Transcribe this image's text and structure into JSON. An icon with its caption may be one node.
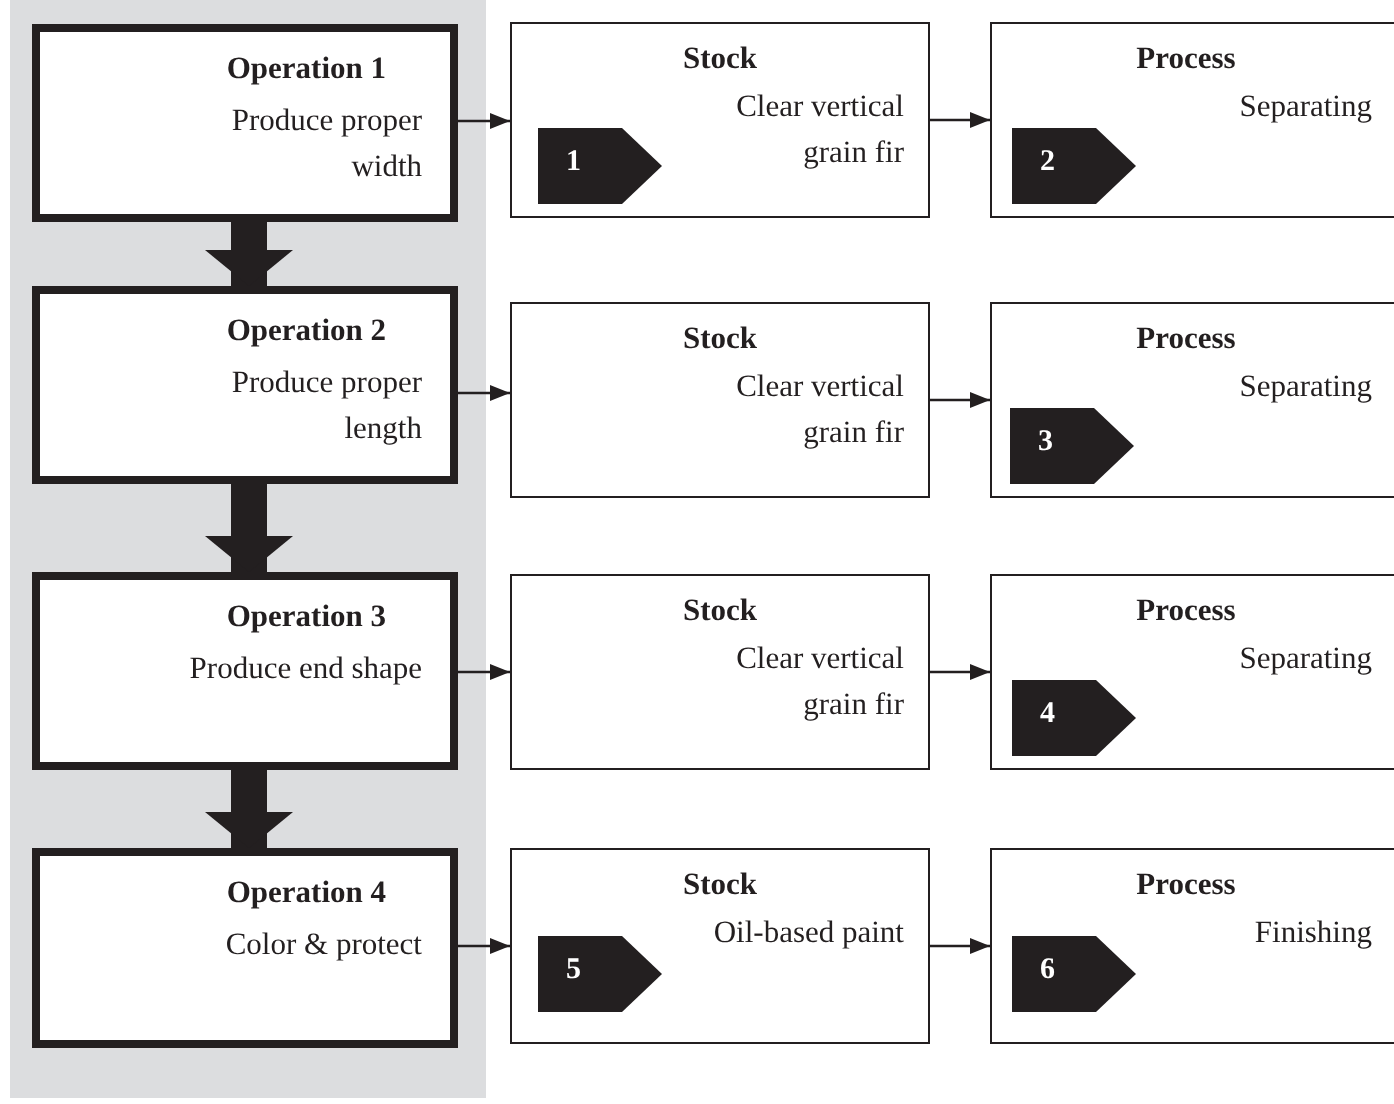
{
  "diagram": {
    "nodes": [
      {
        "text": [
          "Operation 1",
          "Produce proper width"
        ]
      },
      {
        "text": [
          "Stock",
          "Clear vertical grain fir"
        ]
      },
      {
        "text": [
          "1"
        ],
        "in": 1
      },
      {
        "text": [
          "Process",
          "Separating"
        ]
      },
      {
        "text": [
          "2"
        ],
        "in": 3
      },
      {
        "text": [
          "Operation 2",
          "Produce proper length"
        ]
      },
      {
        "text": [
          "Stock",
          "Clear vertical grain fir"
        ]
      },
      {
        "text": [
          "Process",
          "Separating"
        ]
      },
      {
        "text": [
          "3"
        ],
        "in": 7
      },
      {
        "text": [
          "Operation 3",
          "Produce end shape"
        ]
      },
      {
        "text": [
          "Stock",
          "Clear vertical grain fir"
        ]
      },
      {
        "text": [
          "Process",
          "Separating"
        ]
      },
      {
        "text": [
          "4"
        ],
        "in": 11
      },
      {
        "text": [
          "Operation 4",
          "Color & protect"
        ]
      },
      {
        "text": [
          "Stock",
          "Oil-based paint"
        ]
      },
      {
        "text": [
          "5"
        ],
        "in": 14
      },
      {
        "text": [
          "Process",
          "Finishing"
        ]
      },
      {
        "text": [
          "6"
        ],
        "in": 16
      }
    ],
    "edges": [
      {
        "from": 0,
        "to": 1,
        "arrow": "to"
      },
      {
        "from": 1,
        "to": 3,
        "arrow": "to"
      },
      {
        "from": 0,
        "to": 5,
        "arrow": "to",
        "style": "thick"
      },
      {
        "from": 5,
        "to": 6,
        "arrow": "to"
      },
      {
        "from": 6,
        "to": 7,
        "arrow": "to"
      },
      {
        "from": 5,
        "to": 9,
        "arrow": "to",
        "style": "thick"
      },
      {
        "from": 9,
        "to": 10,
        "arrow": "to"
      },
      {
        "from": 10,
        "to": 11,
        "arrow": "to"
      },
      {
        "from": 9,
        "to": 13,
        "arrow": "to",
        "style": "thick"
      },
      {
        "from": 13,
        "to": 14,
        "arrow": "to"
      },
      {
        "from": 14,
        "to": 16,
        "arrow": "to"
      }
    ]
  }
}
